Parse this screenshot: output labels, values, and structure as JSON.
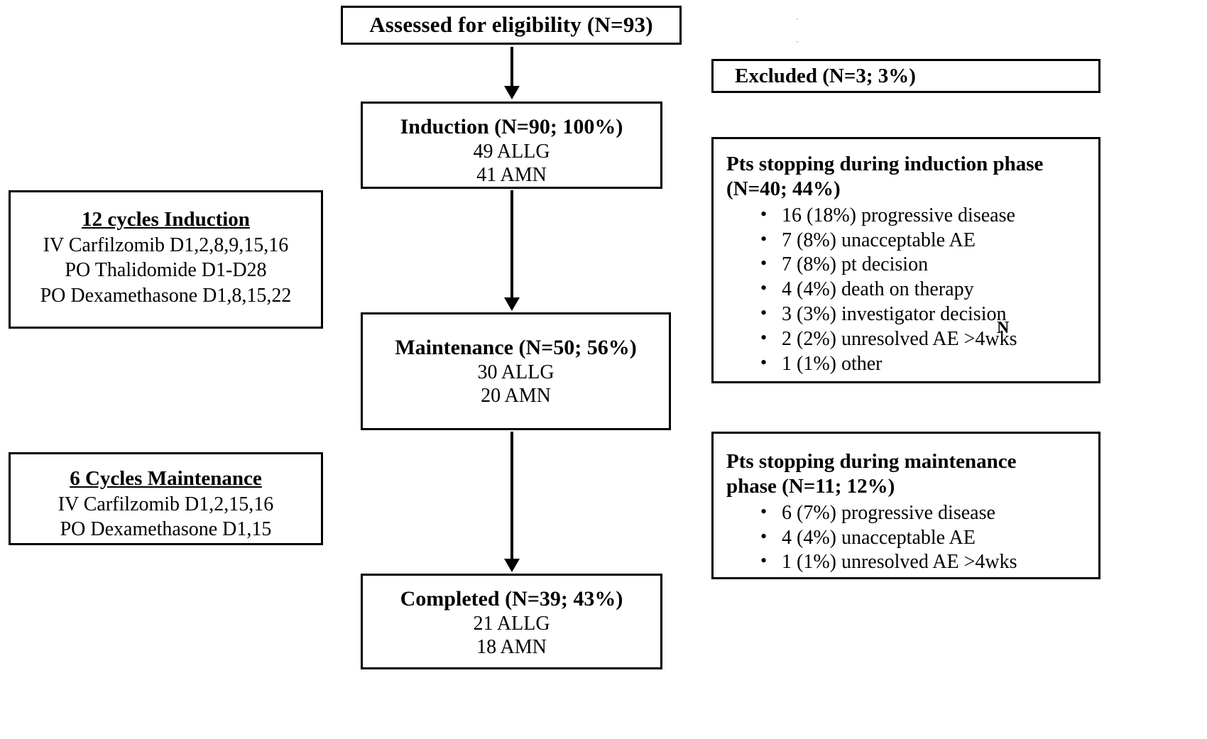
{
  "flow": {
    "nodes": [
      {
        "id": "assessed",
        "header": "Assessed for eligibility (N=93)",
        "lines": []
      },
      {
        "id": "induction",
        "header": "Induction (N=90; 100%)",
        "lines": [
          "49 ALLG",
          "41 AMN"
        ]
      },
      {
        "id": "maintenance",
        "header": "Maintenance (N=50; 56%)",
        "lines": [
          "30 ALLG",
          "20 AMN"
        ]
      },
      {
        "id": "completed",
        "header": "Completed (N=39; 43%)",
        "lines": [
          "21 ALLG",
          "18 AMN"
        ]
      }
    ]
  },
  "regimens": [
    {
      "id": "induction-regimen",
      "title": "12 cycles Induction ",
      "lines": [
        "IV Carfilzomib D1,2,8,9,15,16",
        "PO Thalidomide D1-D28",
        "PO Dexamethasone D1,8,15,22"
      ]
    },
    {
      "id": "maintenance-regimen",
      "title": "6 Cycles Maintenance ",
      "lines": [
        "IV Carfilzomib D1,2,15,16",
        "PO Dexamethasone D1,15"
      ]
    }
  ],
  "excluded": {
    "label": "Excluded (N=3; 3%)"
  },
  "dropouts": [
    {
      "id": "stop-induction",
      "title_line_1": "Pts stopping during induction phase",
      "title_line_2": "(N=40; 44%)",
      "items": [
        "16 (18%) progressive disease",
        "7 (8%) unacceptable AE",
        "7 (8%) pt decision",
        "4 (4%) death on therapy",
        "3 (3%) investigator decision",
        "2 (2%) unresolved AE  >4wks",
        "1 (1%) other"
      ]
    },
    {
      "id": "stop-maintenance",
      "title_line_1": "Pts stopping during maintenance",
      "title_line_2": "phase (N=11; 12%)",
      "items": [
        "6 (7%) progressive disease",
        "4 (4%) unacceptable AE",
        "1 (1%) unresolved AE >4wks"
      ]
    }
  ],
  "artifact": {
    "stray_glyph": "N"
  },
  "colors": {
    "border": "#000000",
    "text": "#000000",
    "background": "#ffffff"
  }
}
